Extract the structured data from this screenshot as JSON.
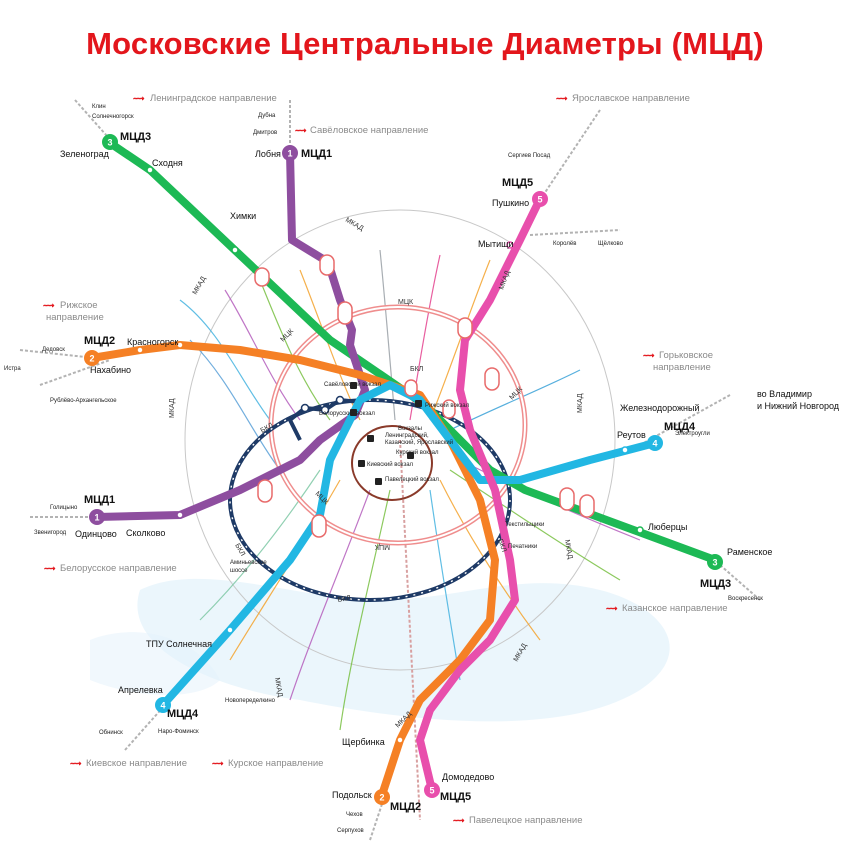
{
  "title": "Московские Центральные Диаметры (МЦД)",
  "colors": {
    "mcd1": "#8e4e9f",
    "mcd2": "#f58025",
    "mcd3": "#1db955",
    "mcd4": "#22b7e3",
    "mcd5": "#e84fac",
    "mck": "#e86a6a",
    "bkl": "#1e3a66",
    "rzd": "#e3161c",
    "water": "#dff1fb"
  },
  "icons": {
    "rzd_logo": "rzd-logo-icon",
    "station_marker": "station-circle-icon",
    "station_badge": "line-number-badge-icon",
    "terminal": "train-station-icon"
  },
  "lines": {
    "mcd1": {
      "name": "МЦД1",
      "number": "1"
    },
    "mcd2": {
      "name": "МЦД2",
      "number": "2"
    },
    "mcd3": {
      "name": "МЦД3",
      "number": "3"
    },
    "mcd4": {
      "name": "МЦД4",
      "number": "4"
    },
    "mcd5": {
      "name": "МЦД5",
      "number": "5"
    }
  },
  "directions": {
    "leningradskoe": "Ленинградское направление",
    "savelovskoe": "Савёловское направление",
    "yaroslavskoe": "Ярославское направление",
    "rizhskoe_1": "Рижское",
    "rizhskoe_2": "направление",
    "gorkovskoe_1": "Горьковское",
    "gorkovskoe_2": "направление",
    "belorusskoe": "Белорусское направление",
    "kazanskoe": "Казанское направление",
    "kievskoe": "Киевское направление",
    "kurskoe": "Курское направление",
    "paveletskoe": "Павелецкое направление"
  },
  "stations": {
    "klin": "Клин",
    "solnechnogorsk": "Солнечногорск",
    "zelenograd": "Зеленоград",
    "skhodnya": "Сходня",
    "khimki": "Химки",
    "dubna": "Дубна",
    "dmitrov": "Дмитров",
    "lobnya": "Лобня",
    "sergiev_posad": "Сергиев Посад",
    "pushkino": "Пушкино",
    "mytishchi": "Мытищи",
    "korolev": "Королёв",
    "shchelkovo": "Щёлково",
    "dedovsk": "Дедовск",
    "istra": "Истра",
    "krasnogorsk": "Красногорск",
    "nakhabino": "Нахабино",
    "rublevo": "Рублёво-Архангельское",
    "zheleznodorozhny": "Железнодорожный",
    "reutov": "Реутов",
    "elektrougli": "Электроугли",
    "vladimir_1": "во Владимир",
    "vladimir_2": "и Нижний Новгород",
    "lyubertsy": "Люберцы",
    "ramenskoe": "Раменское",
    "voskresensk": "Воскресенск",
    "golitsyno": "Голицыно",
    "zvenigorod": "Звенигород",
    "odintsovo": "Одинцово",
    "skolkovo": "Сколково",
    "aminevskoe_1": "Аминьевское",
    "aminevskoe_2": "шоссе",
    "tekstilshchiki": "Текстильщики",
    "pechatniki": "Печатники",
    "tpu_solnechnaya": "ТПУ Солнечная",
    "novoperedelkino": "Новопеределкино",
    "aprelevka": "Апрелевка",
    "naro_fominsk": "Наро-Фоминск",
    "obninsk": "Обнинск",
    "shcherbinka": "Щербинка",
    "podolsk": "Подольск",
    "domodedovo": "Домодедово",
    "chekhov": "Чехов",
    "serpukhov": "Серпухов",
    "savelovsky_vokzal": "Савёловский вокзал",
    "belorussky_vokzal": "Белорусский вокзал",
    "rizhsky_vokzal": "Рижский вокзал",
    "vokzaly_1": "Вокзалы",
    "vokzaly_2": "Ленинградский,",
    "vokzaly_3": "Казанский, Ярославский",
    "kievsky_vokzal": "Киевский вокзал",
    "kursky_vokzal": "Курский вокзал",
    "paveletsky_vokzal": "Павелецкий вокзал"
  },
  "rings": {
    "mck": "МЦК",
    "bkl": "БКЛ",
    "mkad": "МКАД"
  }
}
